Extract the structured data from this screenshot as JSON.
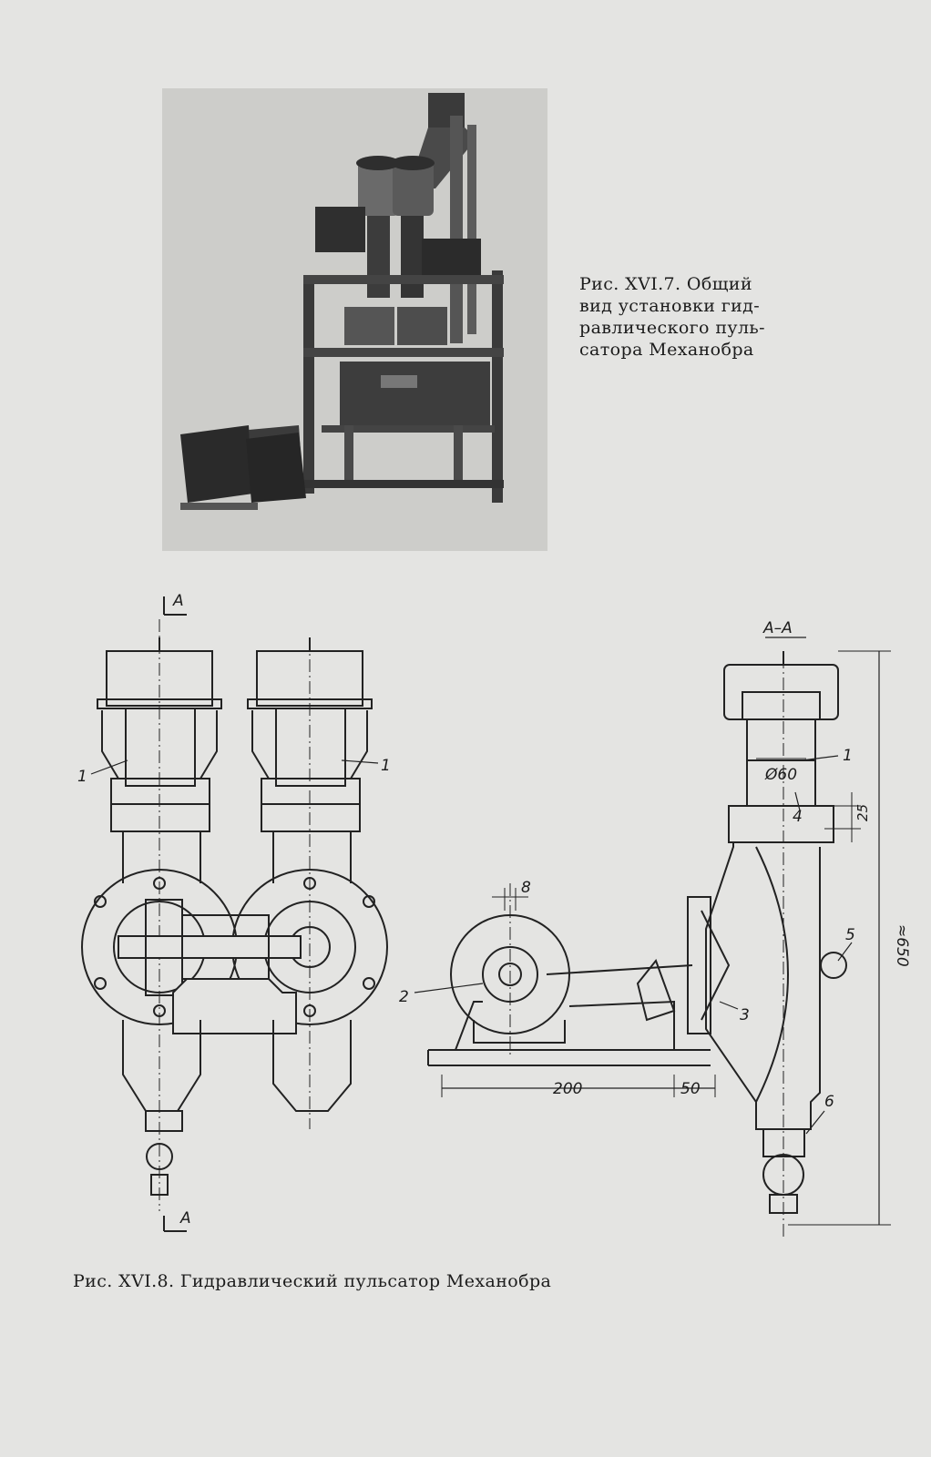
{
  "figure_top": {
    "caption_lines": [
      "Рис.   XVI.7. Общий",
      "вид   установки   гид-",
      "равлического    пуль-",
      "сатора Механобра"
    ]
  },
  "figure_bottom": {
    "caption": "Рис.  XVI.8.  Гидравлический  пульсатор  Механобра",
    "labels": {
      "section_a_top": "A",
      "section_a_bottom": "A",
      "section_aa": "A–A",
      "part_1_left": "1",
      "part_1_mid": "1",
      "part_1_right": "1",
      "part_2": "2",
      "part_3": "3",
      "part_4": "4",
      "part_5": "5",
      "part_6": "6",
      "dim_8": "8",
      "dim_d60": "Ø60",
      "dim_25": "25",
      "dim_650": "≈650",
      "dim_200": "200",
      "dim_50": "50"
    }
  }
}
